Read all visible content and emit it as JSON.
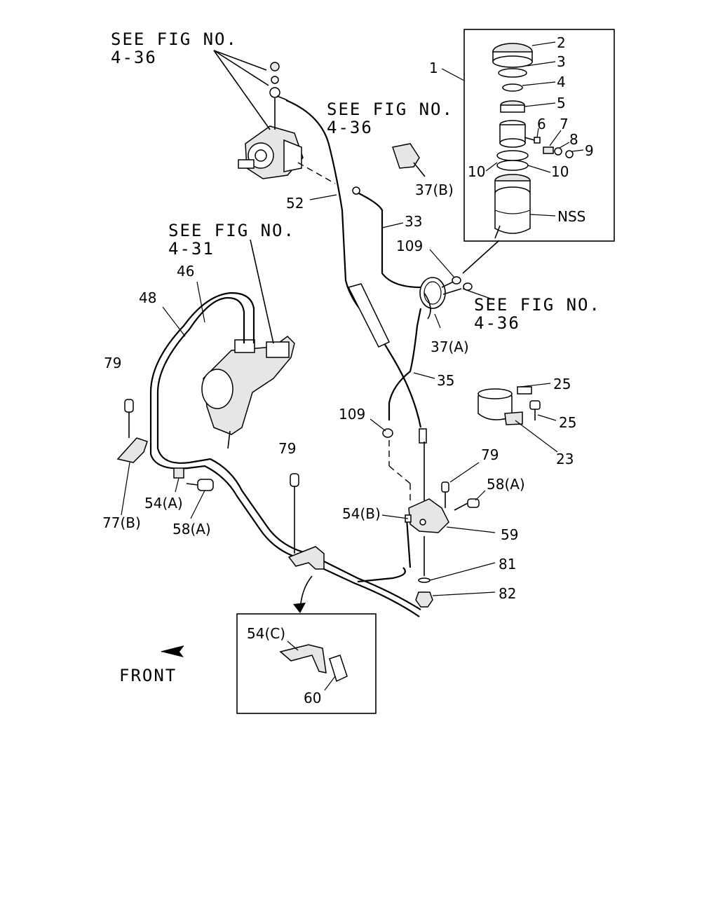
{
  "references": {
    "top_left": [
      "SEE FIG NO.",
      "4-36"
    ],
    "center_top": [
      "SEE FIG NO.",
      "4-36"
    ],
    "left_mid": [
      "SEE FIG NO.",
      "4-31"
    ],
    "right_mid": [
      "SEE FIG NO.",
      "4-36"
    ]
  },
  "callouts": {
    "c1": "1",
    "c2": "2",
    "c3": "3",
    "c4": "4",
    "c5": "5",
    "c6": "6",
    "c7": "7",
    "c8": "8",
    "c9": "9",
    "c10a": "10",
    "c10b": "10",
    "nss": "NSS",
    "c52": "52",
    "c33": "33",
    "c37b": "37(B)",
    "c109a": "109",
    "c37a": "37(A)",
    "c46": "46",
    "c48": "48",
    "c79a": "79",
    "c35": "35",
    "c25a": "25",
    "c25b": "25",
    "c23": "23",
    "c109b": "109",
    "c79b": "79",
    "c79c": "79",
    "c58a1": "58(A)",
    "c54a": "54(A)",
    "c58a2": "58(A)",
    "c77b": "77(B)",
    "c54b": "54(B)",
    "c59": "59",
    "c81": "81",
    "c82": "82",
    "c54c": "54(C)",
    "c60": "60"
  },
  "direction_label": "FRONT",
  "direction_icon": "arrow-icon"
}
